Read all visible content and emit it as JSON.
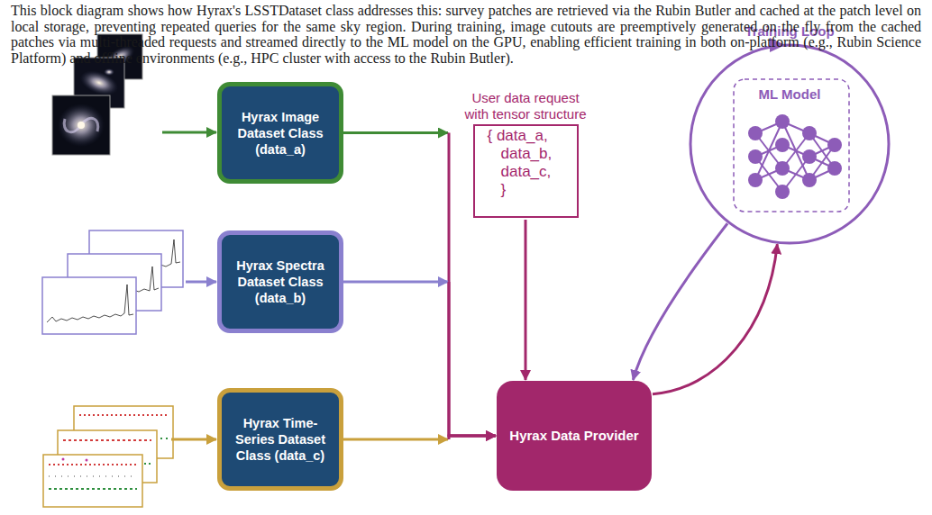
{
  "diagram": {
    "caption": "This block diagram shows how Hyrax's LSSTDataset class addresses this: survey patches are retrieved via the Rubin Butler and cached at the patch level on local storage, preventing repeated queries for the same sky region. During training, image cutouts are preemptively generated on the fly from the cached patches via multi-threaded requests and streamed directly to the ML model on the GPU, enabling efficient training in both on-platform (e.g., Rubin Science Platform) and offline environments (e.g., HPC cluster with access to the Rubin Butler).",
    "nodes": [
      {
        "text": [
          "Hyrax Image Dataset Class (data_a)"
        ]
      },
      {
        "text": [
          "Hyrax Spectra Dataset Class (data_b)"
        ]
      },
      {
        "text": [
          "Hyrax Time-Series Dataset Class (data_c)"
        ]
      },
      {
        "text": [
          "User data request with tensor structure",
          "{ data_a, data_b, data_c, }"
        ]
      },
      {
        "text": [
          "Hyrax Data Provider"
        ]
      },
      {
        "text": [
          "Training Loop",
          "ML Model"
        ]
      }
    ],
    "edges": [
      {
        "from": 0,
        "to": 4,
        "arrow": "to"
      },
      {
        "from": 1,
        "to": 4,
        "arrow": "to"
      },
      {
        "from": 2,
        "to": 4,
        "arrow": "to"
      },
      {
        "from": 3,
        "to": 4,
        "arrow": "to"
      },
      {
        "from": 4,
        "to": 5,
        "arrow": "to"
      },
      {
        "from": 5,
        "to": 4,
        "arrow": "to"
      }
    ]
  }
}
